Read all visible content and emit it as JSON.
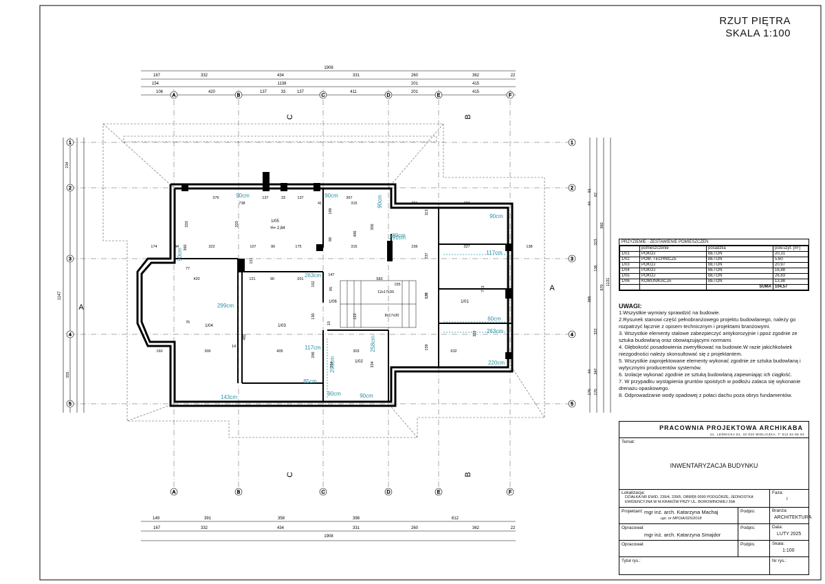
{
  "sheet": {
    "title_line1": "RZUT PIĘTRA",
    "title_line2": "SKALA 1:100"
  },
  "dimensions": {
    "top_row1": [
      "167",
      "332",
      "434",
      "331",
      "260",
      "362",
      "22"
    ],
    "top_row1_total": "1908",
    "top_row2": [
      "154",
      "1138",
      "201",
      "415"
    ],
    "top_row3": [
      "106",
      "420",
      "137",
      "33",
      "137",
      "411",
      "201",
      "415"
    ],
    "bottom_row1": [
      "149",
      "391",
      "358",
      "398",
      "612"
    ],
    "bottom_row2": [
      "167",
      "332",
      "434",
      "331",
      "260",
      "362",
      "22"
    ],
    "bottom_total": "1908",
    "left_outer": "1147",
    "right_outer": "1131"
  },
  "grid": {
    "columns": [
      "A",
      "B",
      "C",
      "D",
      "E",
      "F"
    ],
    "rows": [
      "1",
      "2",
      "3",
      "4",
      "5"
    ]
  },
  "sections": [
    "C",
    "B",
    "A"
  ],
  "floor_plan_labels": {
    "room_tags": [
      "1/05",
      "1/04",
      "1/03",
      "1/06",
      "1/02",
      "1/01"
    ],
    "room_height": "H= 2,84",
    "stair_upper": "12x17x30",
    "stair_lower": "8x17x30",
    "window_widths": [
      "90cm",
      "90cm",
      "90cm",
      "80cm",
      "90cm",
      "90cm",
      "117cm",
      "263cm",
      "299cm",
      "291cm",
      "60cm",
      "263cm",
      "220cm",
      "117cm",
      "296cm",
      "258cm",
      "85cm",
      "143cm",
      "90cm",
      "90cm"
    ],
    "interior_dims": [
      "376",
      "738",
      "137",
      "33",
      "137",
      "41",
      "367",
      "315",
      "201",
      "327",
      "174",
      "44",
      "322",
      "107",
      "90",
      "175",
      "42",
      "315",
      "236",
      "327",
      "138",
      "420",
      "121",
      "90",
      "201",
      "147",
      "583",
      "155",
      "160",
      "300",
      "14",
      "405",
      "303",
      "632",
      "333",
      "333",
      "360",
      "496",
      "356",
      "196",
      "88",
      "113",
      "237",
      "126",
      "783",
      "77",
      "76",
      "482",
      "296",
      "334",
      "334",
      "151",
      "152",
      "95",
      "130",
      "15",
      "122",
      "158",
      "120",
      "322"
    ],
    "facade_dims_right": [
      "234",
      "91",
      "44",
      "82",
      "360",
      "323",
      "136",
      "870",
      "395",
      "322",
      "347",
      "355",
      "44",
      "170",
      "170"
    ]
  },
  "rooms_table": {
    "caption": "PRZYZIEMIE - ZESTAWIENIE POMIESZCZEŃ",
    "headers": [
      "",
      "pomieszczenie",
      "posadzka",
      "pow.użyt. [m²]"
    ],
    "rows": [
      [
        "1/01",
        "POKÓJ",
        "BETON",
        "20,31"
      ],
      [
        "1/02",
        "POM. TECHNICZE",
        "BETON",
        "5,60"
      ],
      [
        "1/03",
        "POKÓJ",
        "BETON",
        "20,97"
      ],
      [
        "1/04",
        "POKÓJ",
        "BETON",
        "16,88"
      ],
      [
        "1/05",
        "POKÓJ",
        "BETON",
        "26,83"
      ],
      [
        "1/06",
        "KOMUNIKACJA",
        "BETON",
        "13,98"
      ]
    ],
    "sum_label": "SUMA",
    "sum_value": "104,57"
  },
  "notes": {
    "heading": "UWAGI:",
    "items": [
      "1.Wszystkie wymiary sprawdzić na budowie.",
      "2.Rysunek stanowi część pełnobranżowego projektu budowlanego, należy go rozpatrzyć łącznie z opisem technicznym i projektami branżowymi.",
      "3. Wszystkie elementy stalowe zabezpieczyć antykorozyjnie i ppoż zgodnie ze sztuka budowlaną oraz obowiązującymi normami.",
      "4. Głębokość posadowienia zweryfikować na budowie.W razie jakichkolwiek niezgodności należy skonsultować się z projektantem.",
      "5. Wszystkie zaprojektowane elementy wykonać zgodnie ze sztuka budowlaną i wytycznymi producentów systemów.",
      "6. Izolacje wykonać zgodnie ze sztuką budowlaną zapewniając ich ciągłość.",
      "7. W przypadku wystąpienia gruntów spoistych w podłożu zalaca się wykonanie drenażu opaskowego.",
      "8. Odprowadzanie wody opadowej z połaci dachu poza obrys fundamentów."
    ]
  },
  "title_block": {
    "studio_name": "PRACOWNIA PROJEKTOWA ARCHIKABA",
    "studio_address": "UL. LEDNICKA 81, 32-020 WIELICZKA, T: 512 84 85 94",
    "temat_label": "Temat:",
    "temat_value": "INWENTARYZACJA BUDYNKU",
    "lokalizacja_label": "Lokalizacja:",
    "lokalizacja_value": "DZIAŁKA NR EWID. 239/4, 239/5, OBRĘB 0090  PODGÓRZE, JEDNOSTKA EWIDENCYJNA   W M.KRAKÓW PRZY UL. BOROWINOWEJ 39A",
    "faza_label": "Faza:",
    "faza_value": "I",
    "projektant_label": "Projektant:",
    "projektant_value": "mgr inż. arch. Katarzyna Machaj",
    "projektant_perm": "upr. nr MPOIA/025/2018",
    "podpis_label": "Podpis:",
    "branza_label": "Branża:",
    "branza_value": "ARCHITEKTURA",
    "opracowal_label": "Opracował:",
    "opracowal_value": "mgr inż. arch. Katarzyna Smajdor",
    "data_label": "Data:",
    "data_value": "LUTY 2025",
    "sprawdzil_label": "Opracował:",
    "skala_label": "Skala:",
    "skala_value": "1:100",
    "tytul_label": "Tytuł rys.:",
    "nr_label": "Nr rys.:"
  }
}
